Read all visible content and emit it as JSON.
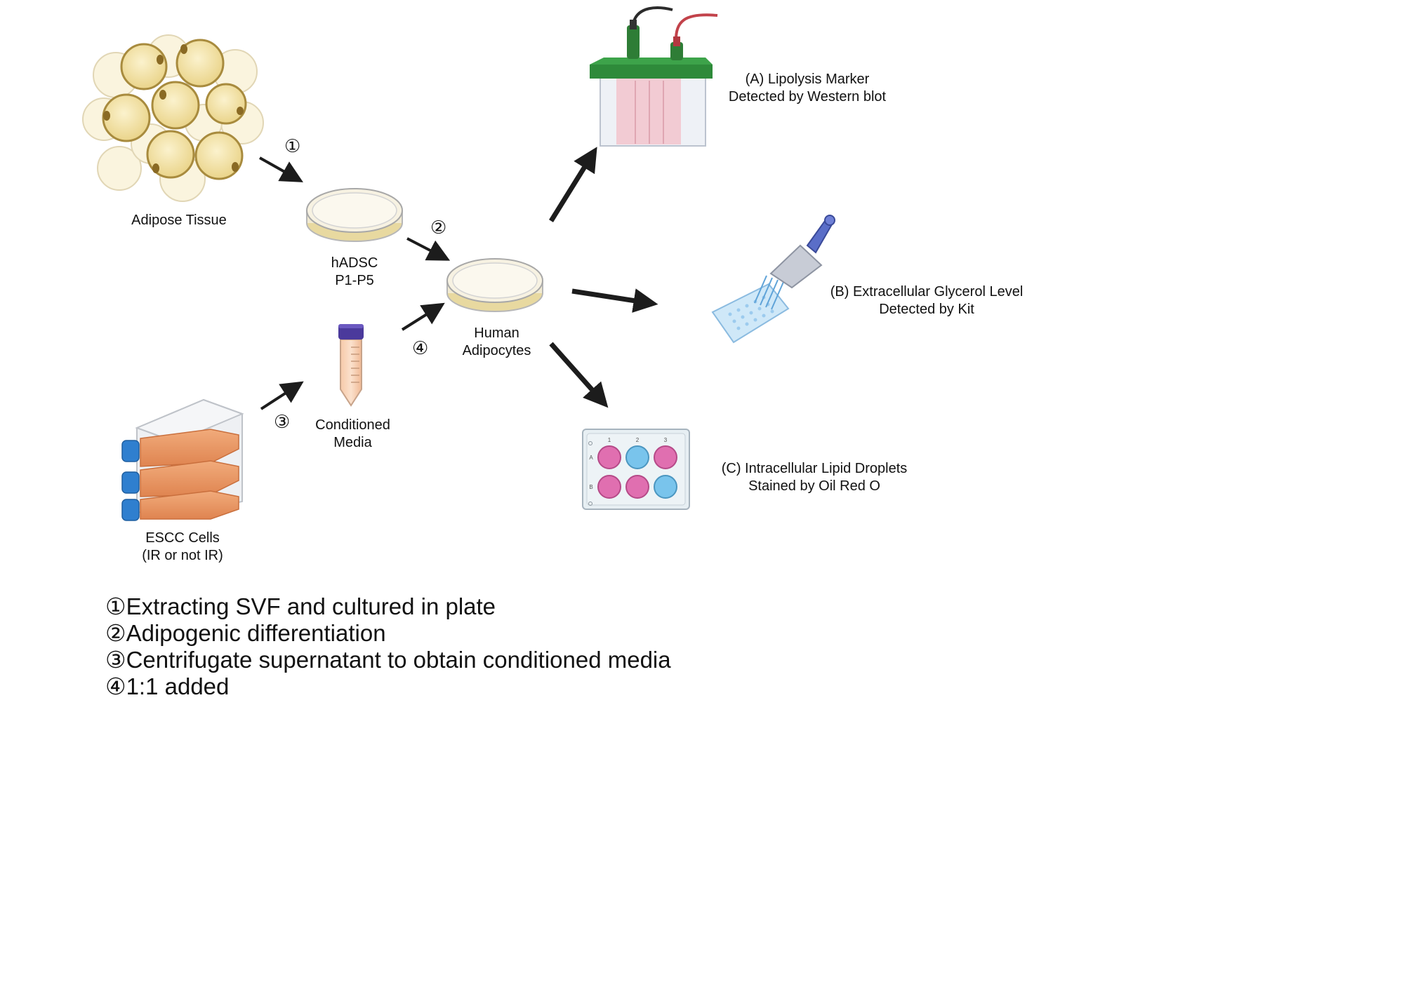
{
  "diagram": {
    "nodes": {
      "adipose_tissue": {
        "label": "Adipose Tissue"
      },
      "hadsc": {
        "line1": "hADSC",
        "line2": "P1-P5"
      },
      "human_adipocytes": {
        "line1": "Human",
        "line2": "Adipocytes"
      },
      "conditioned_media": {
        "line1": "Conditioned",
        "line2": "Media"
      },
      "escc_cells": {
        "line1": "ESCC Cells",
        "line2": "(IR or not IR)"
      },
      "lipolysis": {
        "line1": "(A) Lipolysis Marker",
        "line2": "Detected by Western blot"
      },
      "glycerol": {
        "line1": "(B) Extracellular Glycerol Level",
        "line2": "Detected by Kit"
      },
      "lipid_droplets": {
        "line1": "(C) Intracellular Lipid Droplets",
        "line2": "Stained by Oil Red O"
      }
    },
    "step_markers": [
      "①",
      "②",
      "③",
      "④"
    ],
    "plate_labels": {
      "cols": [
        "1",
        "2",
        "3"
      ],
      "rows": [
        "A",
        "B"
      ]
    },
    "legend": [
      "①Extracting SVF and cultured in plate",
      "②Adipogenic differentiation",
      "③Centrifugate supernatant to obtain conditioned media",
      "④1:1 added"
    ],
    "colors": {
      "fat_cell": "#f3e3a3",
      "fat_cell_outline": "#a88b3e",
      "flask_orange": "#e9935b",
      "flask_cap": "#2f7fcf",
      "tube_cap": "#4b3a9c",
      "western_lid": "#2e8a3a",
      "well_pink": "#e06fb0",
      "well_blue": "#79c4ec",
      "arrow": "#1c1c1c"
    }
  }
}
